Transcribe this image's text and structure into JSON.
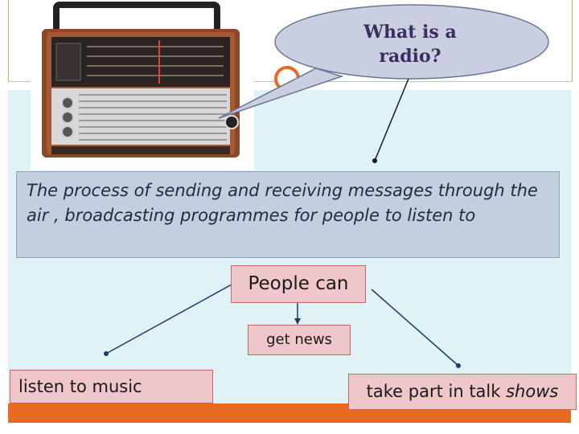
{
  "bubble": {
    "question": "What is a radio?"
  },
  "definition": {
    "text": "The process of sending and receiving messages through the air , broadcasting programmes  for people to listen to"
  },
  "hub": {
    "label": "People can"
  },
  "branches": {
    "news": "get news",
    "music": "listen to  music",
    "talk_prefix": "take part in talk ",
    "talk_italic": "shows"
  },
  "colors": {
    "accent_orange": "#e86a1f",
    "content_bg": "#dff3f7",
    "definition_bg": "#c3cfde",
    "box_fill": "#efc6c9",
    "box_border": "#c46a66",
    "bubble_fill": "#c9cee0",
    "arrow_color": "#1f3a6b"
  },
  "image": {
    "icon": "vintage-radio-icon"
  }
}
